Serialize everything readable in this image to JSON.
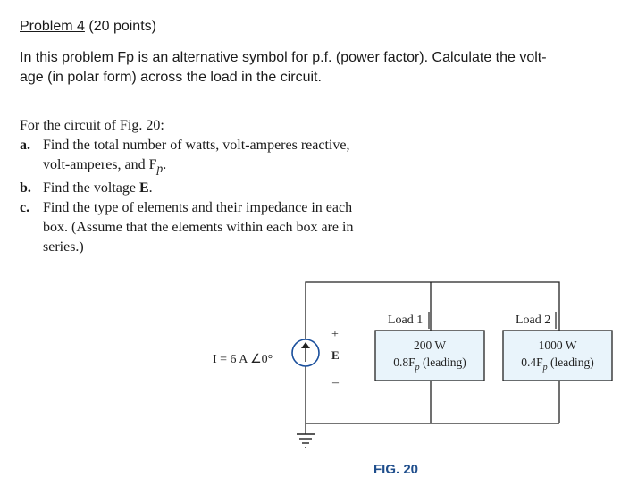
{
  "header": {
    "problem_title": "Problem 4",
    "points": " (20 points)",
    "statement_line1": "In this problem Fp is an alternative symbol for p.f. (power factor). Calculate the volt-",
    "statement_line2": "age (in polar form) across the load in the circuit."
  },
  "exercise": {
    "intro": "For the circuit of Fig. 20:",
    "items": [
      {
        "label": "a.",
        "text_line1": "Find the total number of watts, volt-amperes reactive,",
        "text_line2": "volt-amperes, and F",
        "sub": "p",
        "tail": "."
      },
      {
        "label": "b.",
        "text": "Find the voltage ",
        "bold": "E",
        "tail": "."
      },
      {
        "label": "c.",
        "text_line1": "Find the type of elements and their impedance in each",
        "text_line2": "box. (Assume that the elements within each box are in",
        "text_line3": "series.)"
      }
    ]
  },
  "circuit": {
    "source_label": "I = 6 A ∠0°",
    "voltage_label": "E",
    "plus": "+",
    "minus": "–",
    "load1": {
      "name": "Load 1",
      "power": "200 W",
      "pf": "0.8F",
      "pf_sub": "p",
      "pf_tail": " (leading)"
    },
    "load2": {
      "name": "Load 2",
      "power": "1000 W",
      "pf": "0.4F",
      "pf_sub": "p",
      "pf_tail": " (leading)"
    },
    "figure_caption": "FIG. 20",
    "caption_color": "#1f4e8c"
  }
}
